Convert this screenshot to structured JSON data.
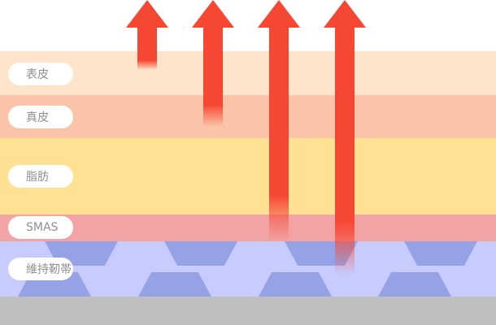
{
  "colors": {
    "epidermis": "#fee4cb",
    "dermis": "#fbc4a8",
    "fat": "#fee192",
    "smas": "#f2a3a4",
    "ligament": "#c7cbfe",
    "ligament_blocks": "#96a2e6",
    "base": "#bfbfbf",
    "arrow": "#f64733"
  },
  "layers": [
    {
      "id": "epidermis",
      "label": "表皮"
    },
    {
      "id": "dermis",
      "label": "真皮"
    },
    {
      "id": "fat",
      "label": "脂肪"
    },
    {
      "id": "smas",
      "label": "SMAS"
    },
    {
      "id": "ligament",
      "label": "維持靭帯"
    }
  ],
  "arrows": [
    {
      "id": "arrow-1",
      "reaches": "epidermis"
    },
    {
      "id": "arrow-2",
      "reaches": "dermis"
    },
    {
      "id": "arrow-3",
      "reaches": "smas"
    },
    {
      "id": "arrow-4",
      "reaches": "ligament"
    }
  ]
}
